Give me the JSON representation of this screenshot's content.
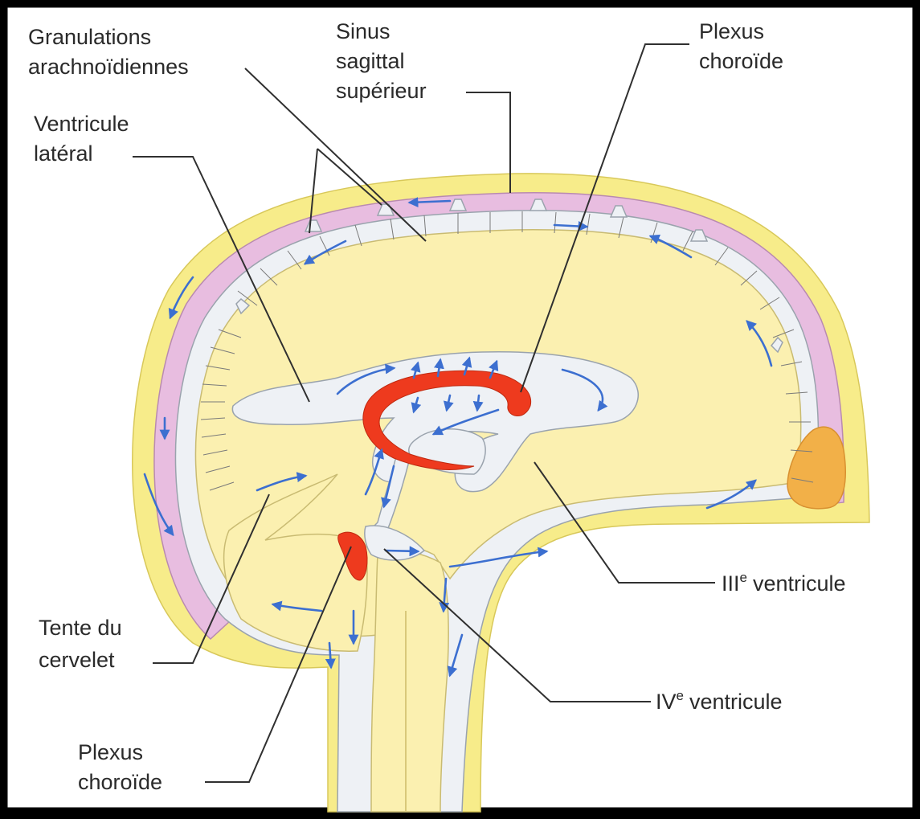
{
  "colors": {
    "background": "#ffffff",
    "border": "#000000",
    "skull": "#f7ec8a",
    "brain": "#fbf0b0",
    "dura_sinus": "#e8bde0",
    "csf": "#eef1f5",
    "choroid_plexus": "#ee3a1e",
    "flow_arrows": "#3c6fd0",
    "sinus_confluence": "#f2b048"
  },
  "labels": {
    "granulations": [
      "Granulations",
      "arachnoïdiennes"
    ],
    "sinus": [
      "Sinus",
      "sagittal",
      "supérieur"
    ],
    "plexus_top": [
      "Plexus",
      "choroïde"
    ],
    "ventricule_lateral": [
      "Ventricule",
      "latéral"
    ],
    "ventricule_3": {
      "numeral": "III",
      "sup": "e",
      "word": "ventricule"
    },
    "tente": [
      "Tente du",
      "cervelet"
    ],
    "ventricule_4": {
      "numeral": "IV",
      "sup": "e",
      "word": "ventricule"
    },
    "plexus_bottom": [
      "Plexus",
      "choroïde"
    ]
  },
  "icons": {
    "flow": "blue-arrow",
    "leader": "thin-line"
  }
}
